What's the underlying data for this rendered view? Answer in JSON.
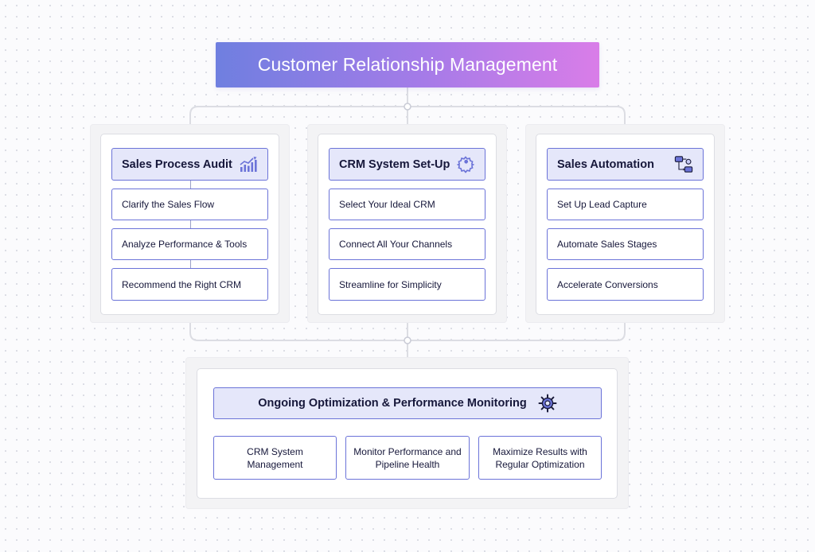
{
  "title": "Customer Relationship Management",
  "columns": [
    {
      "header": "Sales Process Audit",
      "icon": "bar-chart-trend-icon",
      "items": [
        "Clarify the Sales Flow",
        "Analyze Performance & Tools",
        "Recommend the Right CRM"
      ]
    },
    {
      "header": "CRM System Set-Up",
      "icon": "gear-wrench-icon",
      "items": [
        "Select Your Ideal CRM",
        "Connect All Your Channels",
        "Streamline for Simplicity"
      ]
    },
    {
      "header": "Sales Automation",
      "icon": "workflow-icon",
      "items": [
        "Set Up Lead Capture",
        "Automate Sales Stages",
        "Accelerate Conversions"
      ]
    }
  ],
  "bottom": {
    "header": "Ongoing Optimization & Performance Monitoring",
    "icon": "cog-monitoring-icon",
    "items": [
      "CRM System Management",
      "Monitor Performance and Pipeline Health",
      "Maximize Results with Regular Optimization"
    ]
  },
  "colors": {
    "accent": "#6b73d8",
    "header_fill": "#e5e7fa",
    "title_gradient_start": "#6f7fe0",
    "title_gradient_end": "#d97de8",
    "connector": "#dcdde3"
  }
}
